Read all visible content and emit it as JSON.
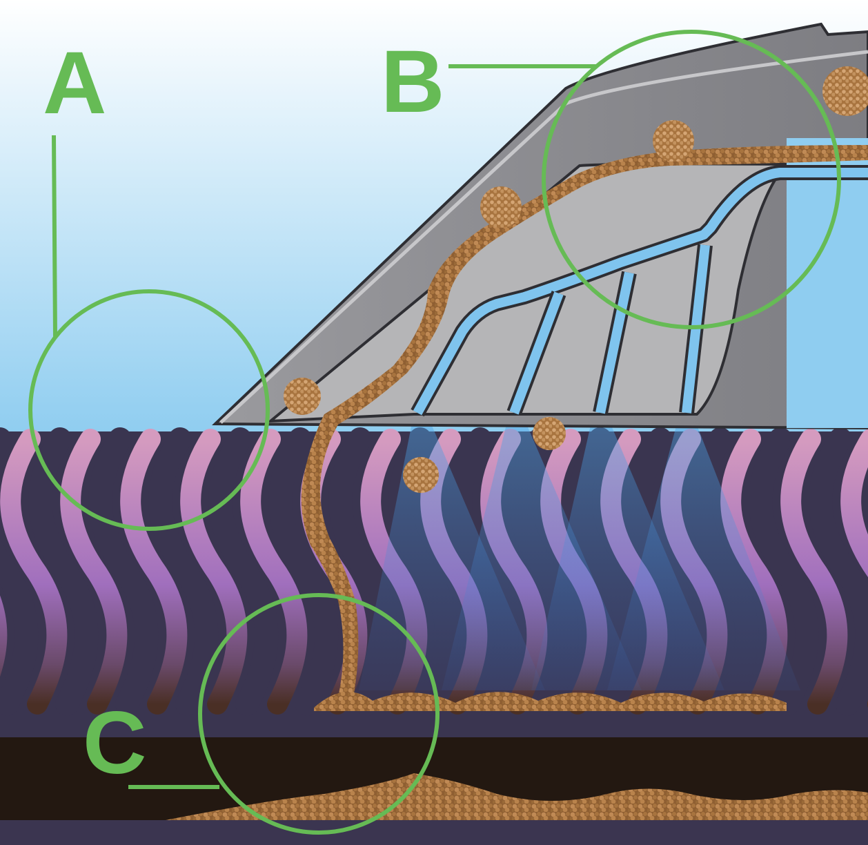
{
  "callouts": [
    {
      "id": "A",
      "label": "A"
    },
    {
      "id": "B",
      "label": "B"
    },
    {
      "id": "C",
      "label": "C"
    }
  ],
  "colors": {
    "callout": "#66bb55",
    "sky_top": "#ffffff",
    "sky_bottom": "#8fcdf0",
    "fiber_dark": "#3a3550",
    "fiber_light_top": "#d69cc0",
    "fiber_light_mid": "#9a6cba",
    "dirt": "#9b6b3a",
    "water": "#7fc4ee",
    "nozzle_outer": "#8a8a8e",
    "nozzle_inner": "#b4b4b6",
    "backing": "#231811",
    "floor": "#3b3550"
  }
}
